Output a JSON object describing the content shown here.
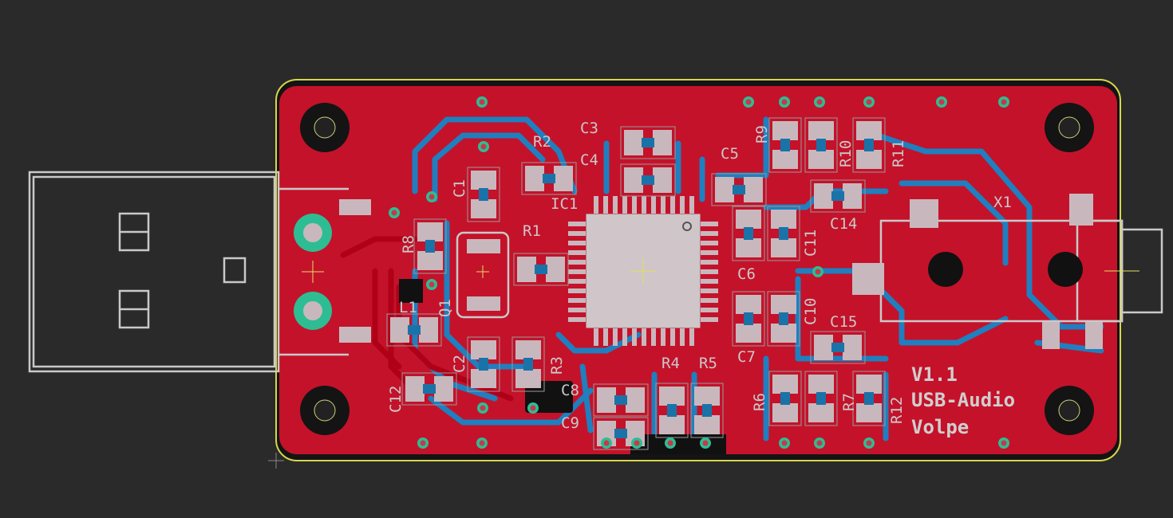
{
  "board": {
    "version_text": "V1.1",
    "product_text": "USB-Audio",
    "author_text": "Volpe"
  },
  "components": [
    {
      "id": "C1",
      "label": "C1"
    },
    {
      "id": "C2",
      "label": "C2"
    },
    {
      "id": "C3",
      "label": "C3"
    },
    {
      "id": "C4",
      "label": "C4"
    },
    {
      "id": "C5",
      "label": "C5"
    },
    {
      "id": "C6",
      "label": "C6"
    },
    {
      "id": "C7",
      "label": "C7"
    },
    {
      "id": "C8",
      "label": "C8"
    },
    {
      "id": "C9",
      "label": "C9"
    },
    {
      "id": "C10",
      "label": "C10"
    },
    {
      "id": "C11",
      "label": "C11"
    },
    {
      "id": "C12",
      "label": "C12"
    },
    {
      "id": "C14",
      "label": "C14"
    },
    {
      "id": "C15",
      "label": "C15"
    },
    {
      "id": "R1",
      "label": "R1"
    },
    {
      "id": "R2",
      "label": "R2"
    },
    {
      "id": "R3",
      "label": "R3"
    },
    {
      "id": "R4",
      "label": "R4"
    },
    {
      "id": "R5",
      "label": "R5"
    },
    {
      "id": "R6",
      "label": "R6"
    },
    {
      "id": "R7",
      "label": "R7"
    },
    {
      "id": "R8",
      "label": "R8"
    },
    {
      "id": "R9",
      "label": "R9"
    },
    {
      "id": "R10",
      "label": "R10"
    },
    {
      "id": "R11",
      "label": "R11"
    },
    {
      "id": "R12",
      "label": "R12"
    },
    {
      "id": "IC1",
      "label": "IC1"
    },
    {
      "id": "Q1",
      "label": "Q1"
    },
    {
      "id": "L1",
      "label": "L1"
    },
    {
      "id": "X1",
      "label": "X1"
    }
  ],
  "colors": {
    "background": "#2a2a2a",
    "board_copper": "#c4122a",
    "top_trace": "#1f7fbf",
    "silkscreen": "#c9c9c9",
    "outline": "#d6d64a",
    "via": "#2ebd93"
  }
}
